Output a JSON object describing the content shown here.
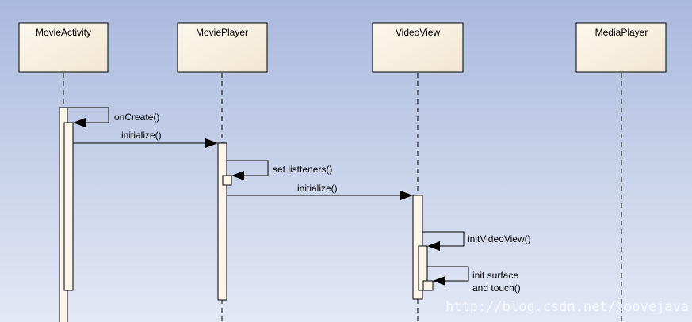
{
  "lifelines": [
    {
      "id": "movie-activity",
      "name": "MovieActivity"
    },
    {
      "id": "movie-player",
      "name": "MoviePlayer"
    },
    {
      "id": "video-view",
      "name": "VideoView"
    },
    {
      "id": "media-player",
      "name": "MediaPlayer"
    }
  ],
  "messages": [
    {
      "id": "on-create",
      "label": "onCreate()",
      "from": "MovieActivity",
      "to": "MovieActivity"
    },
    {
      "id": "initialize-player",
      "label": "initialize()",
      "from": "MovieActivity",
      "to": "MoviePlayer"
    },
    {
      "id": "set-listeners",
      "label": "set listteners()",
      "from": "MoviePlayer",
      "to": "MoviePlayer"
    },
    {
      "id": "initialize-videoview",
      "label": "initialize()",
      "from": "MoviePlayer",
      "to": "VideoView"
    },
    {
      "id": "init-videoview",
      "label": "initVideoView()",
      "from": "VideoView",
      "to": "VideoView"
    },
    {
      "id": "init-surface",
      "label_line1": "init surface",
      "label_line2": "and touch()",
      "from": "VideoView",
      "to": "VideoView"
    }
  ],
  "watermark": "http://blog.csdn.net/loovejava",
  "colors": {
    "box_fill": "#f8f0e0",
    "activation_fill": "#fbf5ea",
    "stroke": "#000000"
  }
}
